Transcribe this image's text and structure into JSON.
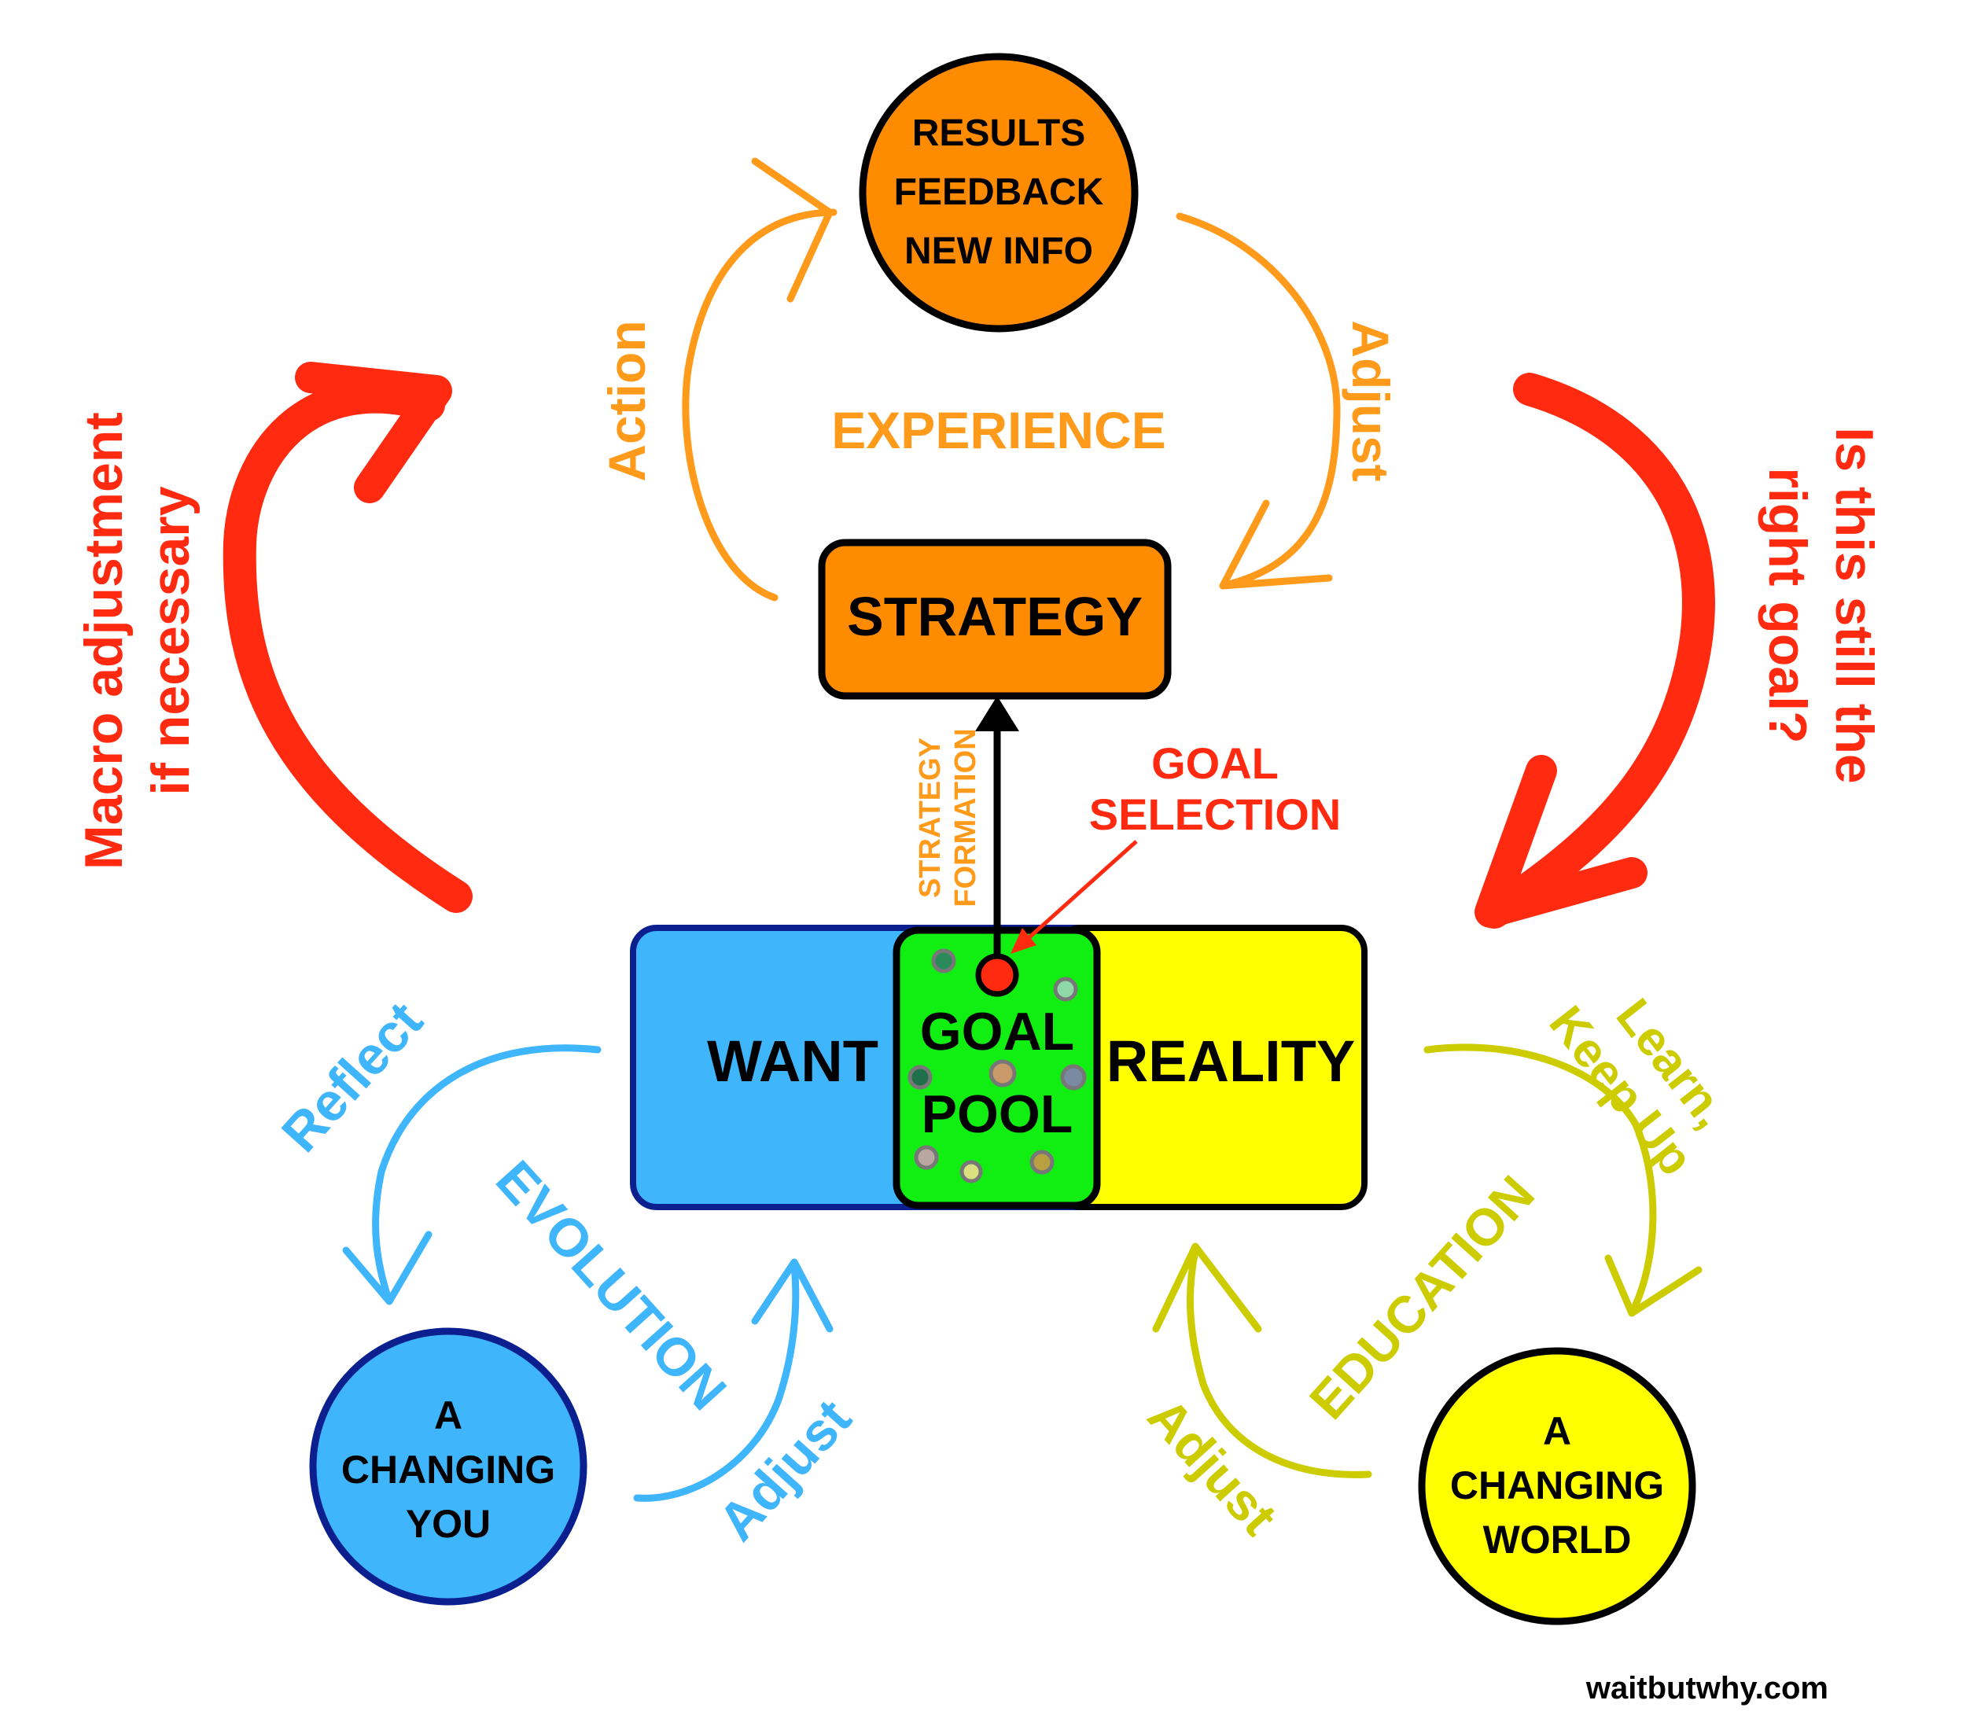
{
  "colors": {
    "orange": "#ff8c00",
    "orange_light": "#ff9a1a",
    "red": "#ff2a10",
    "blue": "#3fb5fc",
    "blue_dark": "#0c1f8f",
    "yellow": "#ffff00",
    "olive": "#cccc00",
    "green": "#11ee11",
    "black": "#000000"
  },
  "top_circle": {
    "line1": "RESULTS",
    "line2": "FEEDBACK",
    "line3": "NEW INFO"
  },
  "experience_label": "EXPERIENCE",
  "action_label": "Action",
  "adjust_top_label": "Adjust",
  "strategy_box": "STRATEGY",
  "strategy_formation": {
    "line1": "STRATEGY",
    "line2": "FORMATION"
  },
  "goal_selection": {
    "line1": "GOAL",
    "line2": "SELECTION"
  },
  "macro_adjustment": {
    "line1": "Macro adjustment",
    "line2": "if necessary"
  },
  "right_question": {
    "line1": "Is this still the",
    "line2": "right goal?"
  },
  "main_box": {
    "want": "WANT",
    "goal_pool_line1": "GOAL",
    "goal_pool_line2": "POOL",
    "reality": "REALITY"
  },
  "reflect_label": "Reflect",
  "evolution_label": "EVOLUTION",
  "adjust_left_label": "Adjust",
  "changing_you": {
    "line1": "A",
    "line2": "CHANGING",
    "line3": "YOU"
  },
  "learn_keep_up": {
    "line1": "Learn,",
    "line2": "Keep Up"
  },
  "education_label": "EDUCATION",
  "adjust_right_label": "Adjust",
  "changing_world": {
    "line1": "A",
    "line2": "CHANGING",
    "line3": "WORLD"
  },
  "watermark": "waitbutwhy.com"
}
